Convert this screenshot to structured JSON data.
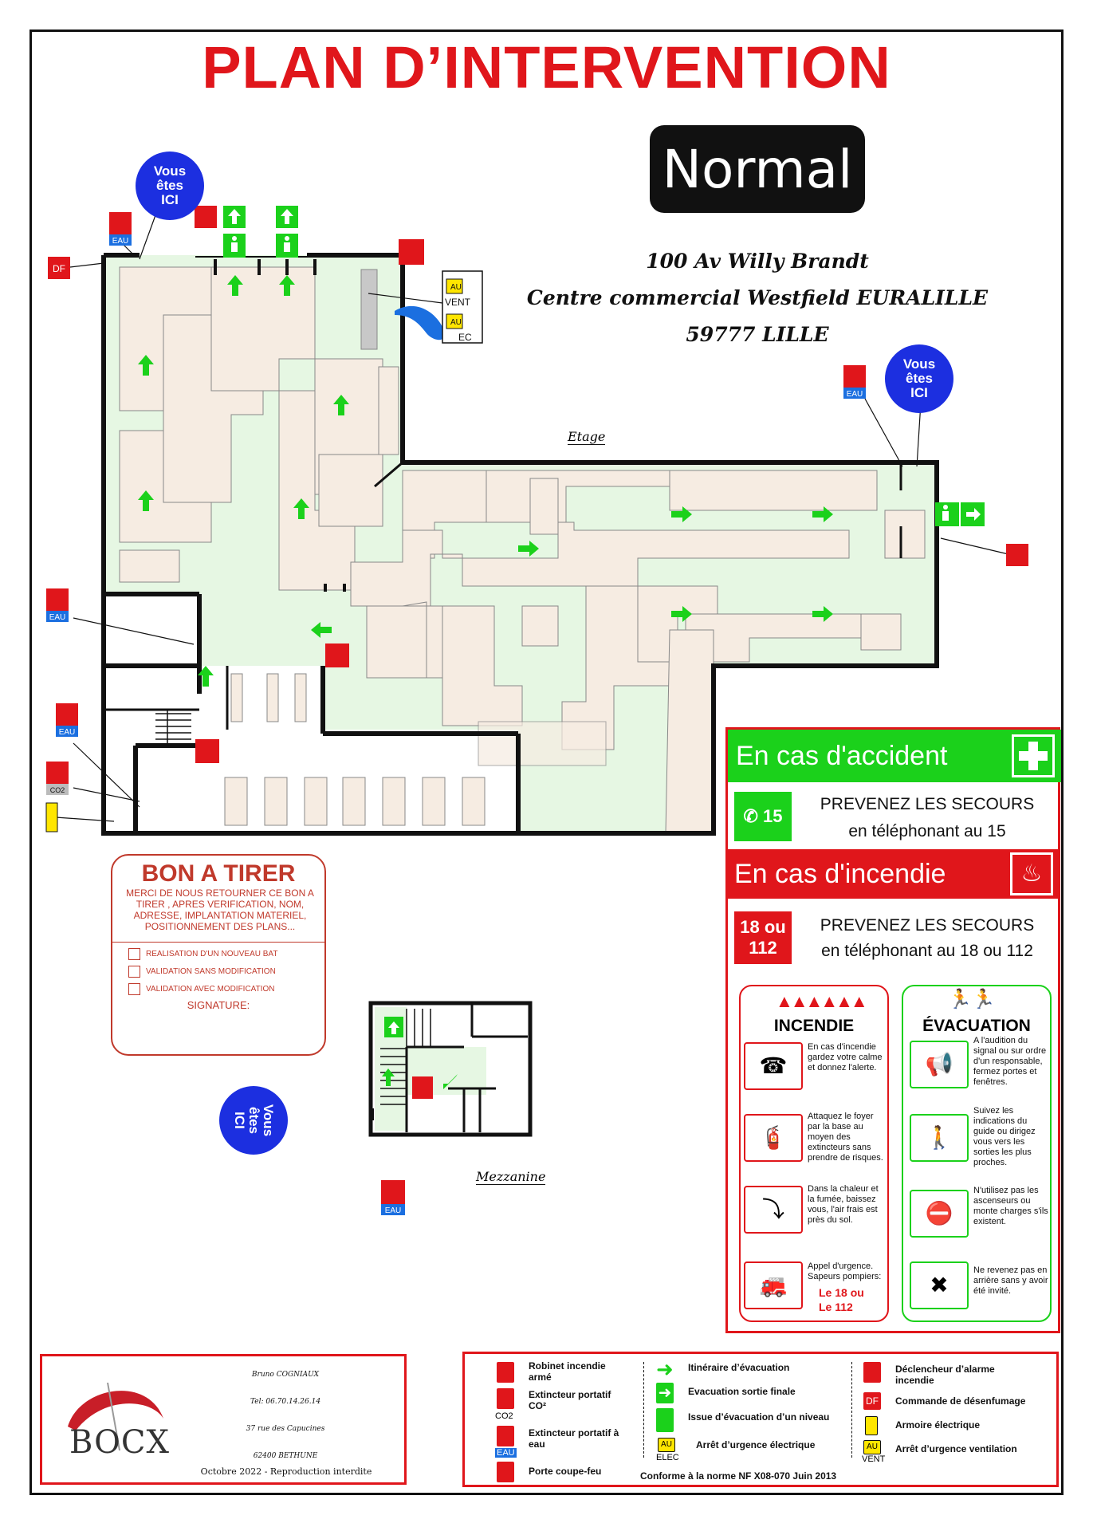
{
  "title": "PLAN D’INTERVENTION",
  "state_badge": "Normal",
  "address": {
    "line1": "100 Av Willy Brandt",
    "line2": "Centre commercial Westfield EURALILLE",
    "line3": "59777 LILLE"
  },
  "floor_labels": {
    "etage": "Etage",
    "mezzanine": "Mezzanine"
  },
  "you_are_here": {
    "line1": "Vous",
    "line2": "êtes",
    "line3": "ICI"
  },
  "plan_tags": {
    "eau": "EAU",
    "df": "DF",
    "co2": "CO2",
    "au": "AU",
    "vent": "VENT",
    "elec": "EC"
  },
  "panel": {
    "accident_title": "En cas d'accident",
    "accident_number": "15",
    "accident_text1": "PREVENEZ LES SECOURS",
    "accident_text2": "en téléphonant au 15",
    "fire_title": "En cas d'incendie",
    "fire_number1": "18 ou",
    "fire_number2": "112",
    "fire_text1": "PREVENEZ LES SECOURS",
    "fire_text2": "en téléphonant au 18 ou 112",
    "incendie_title": "INCENDIE",
    "incendie_steps": [
      "En cas d'incendie gardez votre calme et donnez l'alerte.",
      "Attaquez le foyer par la base au moyen des extincteurs sans prendre de risques.",
      "Dans la chaleur et la fumée, baissez vous, l'air frais est près du sol.",
      "Appel d'urgence. Sapeurs pompiers:"
    ],
    "incendie_emergency": "Le 18 ou Le 112",
    "evacuation_title": "ÉVACUATION",
    "evacuation_steps": [
      "A l'audition du signal ou sur ordre d'un responsable, fermez portes et fenêtres.",
      "Suivez les indications du guide ou dirigez vous vers les sorties les plus proches.",
      "N'utilisez pas les ascenseurs ou monte charges s'ils existent.",
      "Ne revenez pas en arrière sans y avoir été invité."
    ]
  },
  "bat": {
    "title": "BON A TIRER",
    "message": "MERCI DE NOUS RETOURNER CE BON A TIRER , APRES VERIFICATION, NOM, ADRESSE, IMPLANTATION MATERIEL, POSITIONNEMENT DES PLANS...",
    "options": [
      "REALISATION D'UN NOUVEAU BAT",
      "VALIDATION SANS MODIFICATION",
      "VALIDATION AVEC MODIFICATION"
    ],
    "signature": "SIGNATURE:"
  },
  "company": {
    "logo": "BOCX",
    "contact": "Bruno COGNIAUX",
    "tel": "Tel: 06.70.14.26.14",
    "street": "37 rue des Capucines",
    "city": "62400 BETHUNE",
    "date": "Octobre 2022 - Reproduction interdite"
  },
  "legend": {
    "items": [
      "Robinet incendie armé",
      "Extincteur portatif CO²",
      "Extincteur portatif à eau",
      "Porte coupe-feu",
      "Itinéraire d’évacuation",
      "Evacuation sortie finale",
      "Issue d’évacuation d’un niveau",
      "Arrêt d’urgence électrique",
      "Déclencheur d’alarme incendie",
      "Commande de désenfumage",
      "Armoire électrique",
      "Arrêt d’urgence ventilation"
    ],
    "tags": {
      "co2": "CO2",
      "eau": "EAU",
      "df": "DF",
      "au": "AU",
      "elec": "ELEC",
      "vent": "VENT"
    },
    "norm": "Conforme à la norme NF X08-070  Juin 2013"
  },
  "colors": {
    "red": "#e0161b",
    "green": "#1bd11b",
    "blue": "#1c2fe0",
    "floor": "#e6f7e3",
    "room": "#f6ece2"
  }
}
